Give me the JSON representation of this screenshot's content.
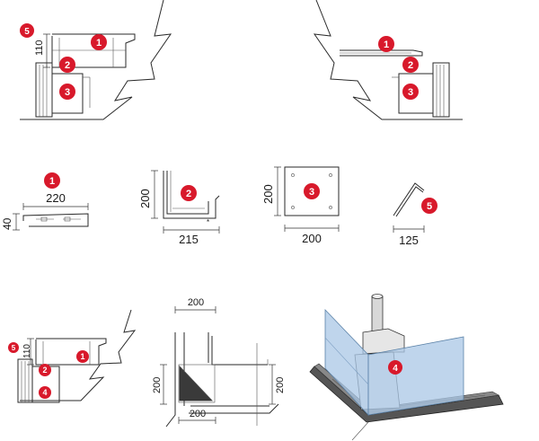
{
  "badge_color": "#d8192b",
  "glass_color": "#a9c7e6",
  "top_left": {
    "dim_110": "110",
    "badges": [
      "5",
      "1",
      "2",
      "3"
    ]
  },
  "top_right": {
    "badges": [
      "1",
      "2",
      "3"
    ]
  },
  "parts": {
    "p1": {
      "badge": "1",
      "width": "220",
      "height": "40"
    },
    "p2": {
      "badge": "2",
      "width": "215",
      "height": "200"
    },
    "p3": {
      "badge": "3",
      "width": "200",
      "height": "200"
    },
    "p5": {
      "badge": "5",
      "width": "125"
    }
  },
  "bottom_left": {
    "dim_110": "110",
    "badges": [
      "5",
      "1",
      "2",
      "4"
    ]
  },
  "plan": {
    "top": "200",
    "left": "200",
    "right": "200",
    "bottom": "200"
  },
  "iso": {
    "badge": "4"
  }
}
